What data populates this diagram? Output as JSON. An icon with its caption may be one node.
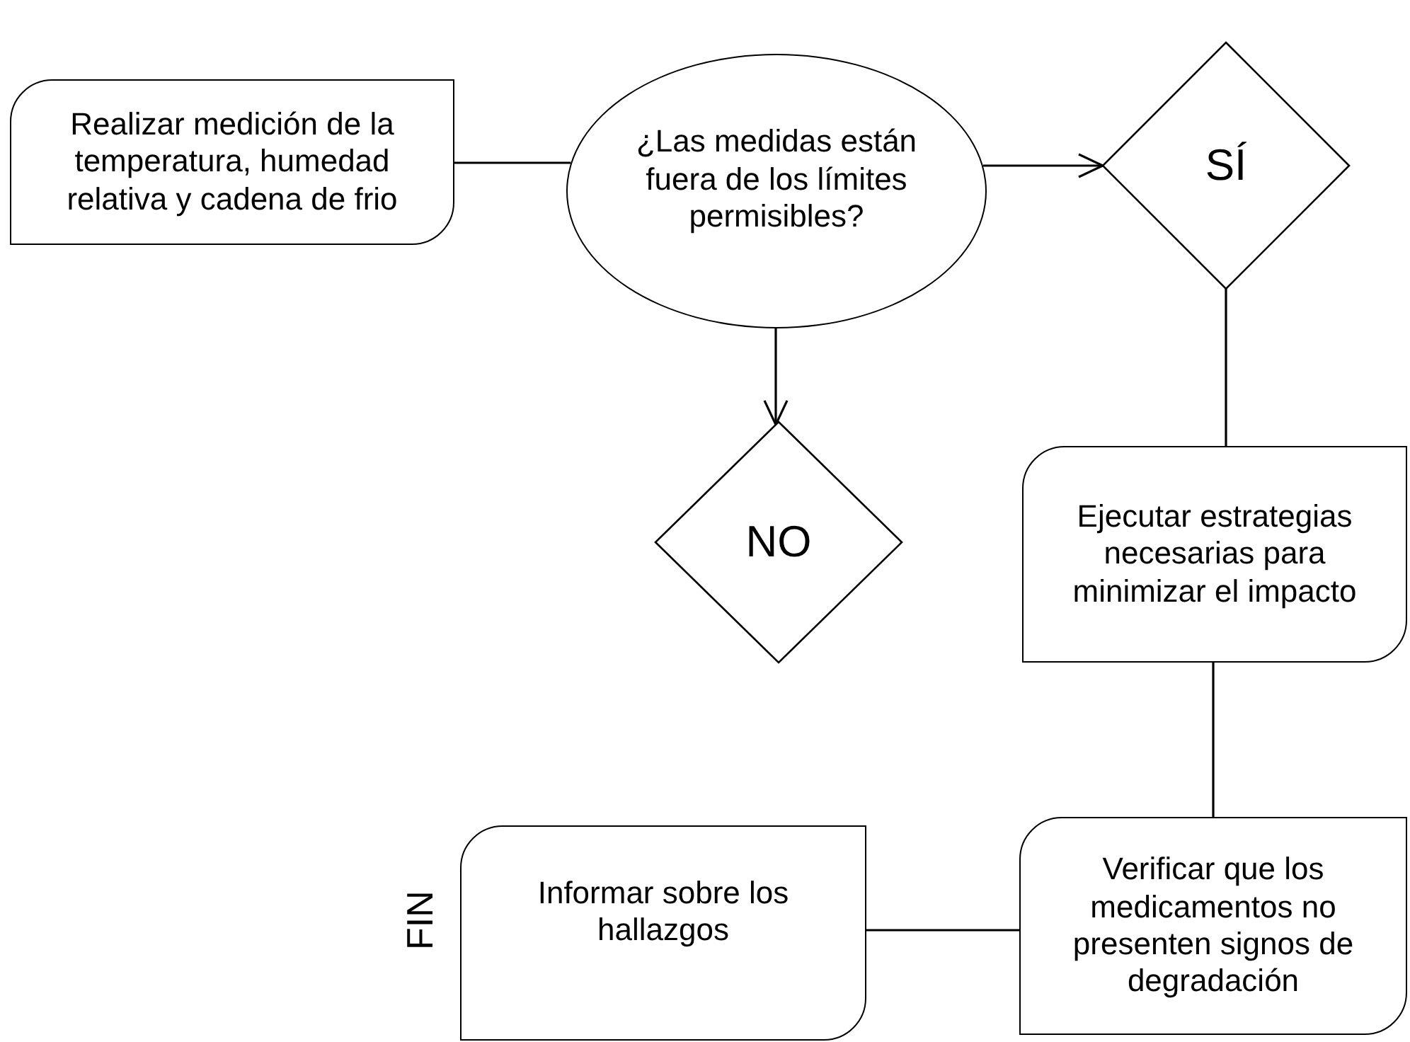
{
  "diagram": {
    "nodes": [
      {
        "text": [
          "Realizar medición de la temperatura, humedad relativa y cadena de frio"
        ]
      },
      {
        "text": [
          "¿Las medidas están fuera de los límites permisibles?"
        ]
      },
      {
        "text": [
          "SÍ"
        ]
      },
      {
        "text": [
          "NO"
        ]
      },
      {
        "text": [
          "Ejecutar estrategias necesarias para minimizar el impacto"
        ]
      },
      {
        "text": [
          "Verificar que los medicamentos no presenten signos de degradación"
        ]
      },
      {
        "text": [
          "Informar sobre los hallazgos"
        ],
        "beside": [
          "FIN"
        ]
      }
    ],
    "edges": [
      {
        "from": 0,
        "to": 1,
        "arrow": "none"
      },
      {
        "from": 1,
        "to": 2,
        "arrow": "to"
      },
      {
        "from": 1,
        "to": 3,
        "arrow": "to"
      },
      {
        "from": 2,
        "to": 4,
        "arrow": "none"
      },
      {
        "from": 4,
        "to": 5,
        "arrow": "none"
      },
      {
        "from": 5,
        "to": 6,
        "arrow": "none"
      }
    ]
  }
}
